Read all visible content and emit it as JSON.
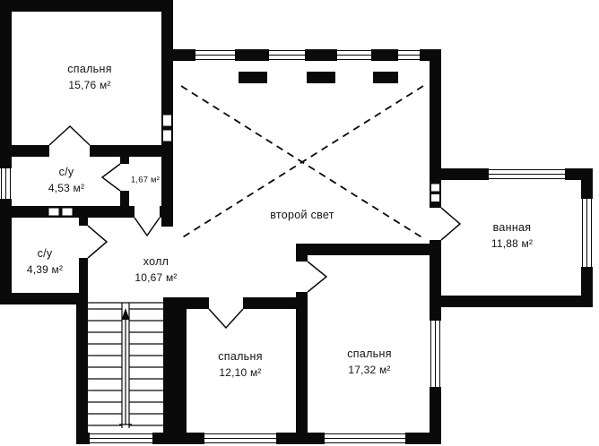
{
  "rooms": {
    "bedroom1": {
      "name": "спальня",
      "area": "15,76 м²"
    },
    "wc1": {
      "name": "с/у",
      "area": "4,53 м²"
    },
    "room167": {
      "name": "",
      "area": "1,67 м²"
    },
    "wc2": {
      "name": "с/у",
      "area": "4,39 м²"
    },
    "hall": {
      "name": "холл",
      "area": "10,67 м²"
    },
    "second_light": {
      "name": "второй свет",
      "area": ""
    },
    "bathroom": {
      "name": "ванная",
      "area": "11,88 м²"
    },
    "bedroom2": {
      "name": "спальня",
      "area": "12,10 м²"
    },
    "bedroom3": {
      "name": "спальня",
      "area": "17,32 м²"
    }
  },
  "colors": {
    "wall": "#0a0a0a",
    "background": "#ffffff",
    "text": "#141414"
  }
}
